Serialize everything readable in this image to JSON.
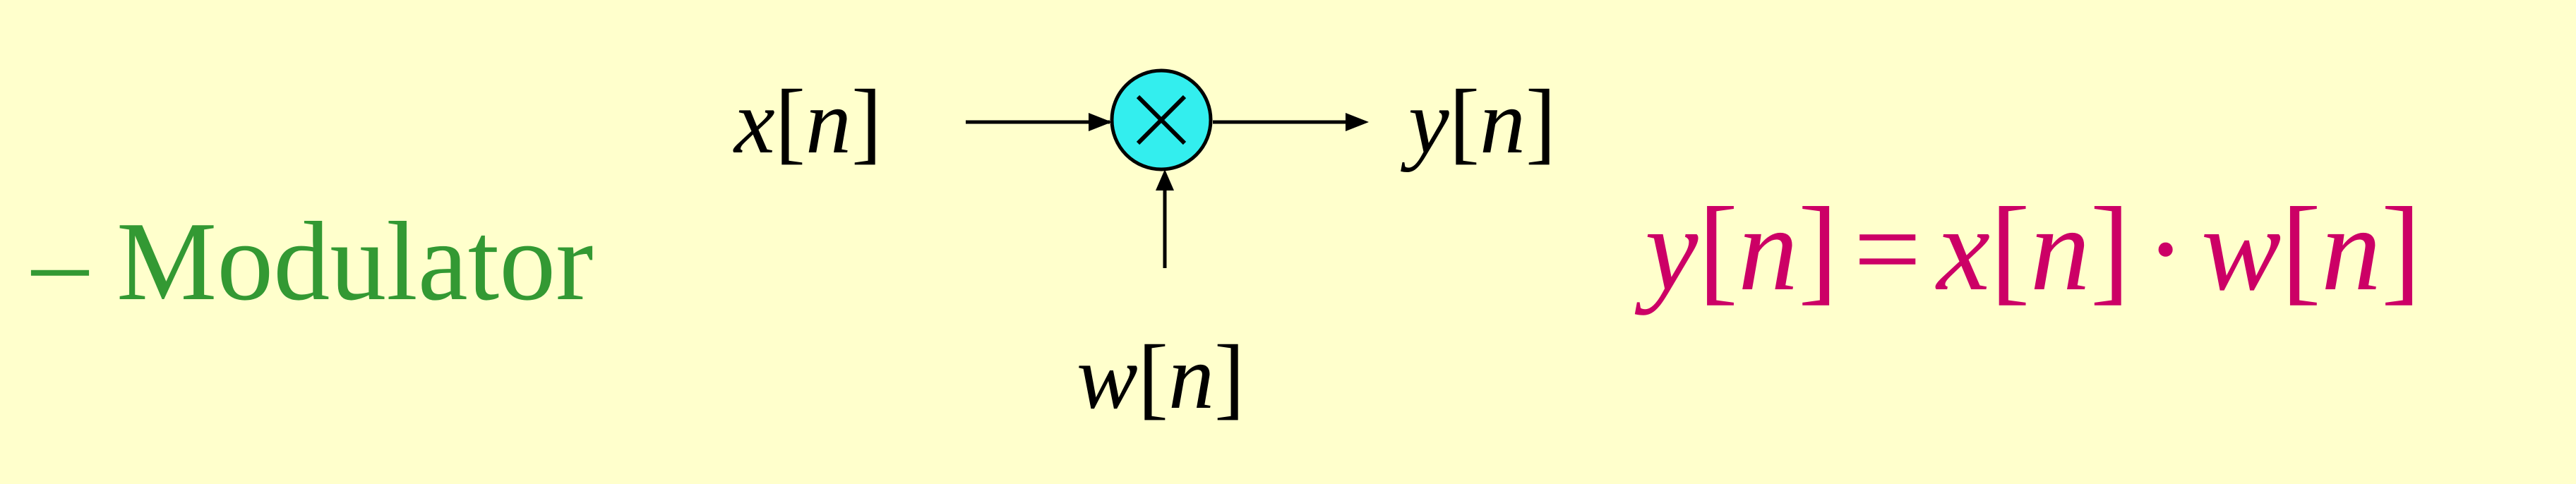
{
  "bullet": {
    "dash": "–",
    "text": "Modulator"
  },
  "diagram": {
    "input_signal": "x",
    "output_signal": "y",
    "modulating_signal": "w",
    "index": "n",
    "operator_symbol": "multiply-circle-icon"
  },
  "equation": {
    "lhs_signal": "y",
    "rhs_first_signal": "x",
    "rhs_second_signal": "w",
    "index": "n",
    "equals": "=",
    "dot": "·"
  },
  "colors": {
    "background": "#ffffcc",
    "bullet_text": "#339933",
    "equation_text": "#cc0066",
    "multiplier_fill": "#33eeee",
    "line": "#000000"
  }
}
